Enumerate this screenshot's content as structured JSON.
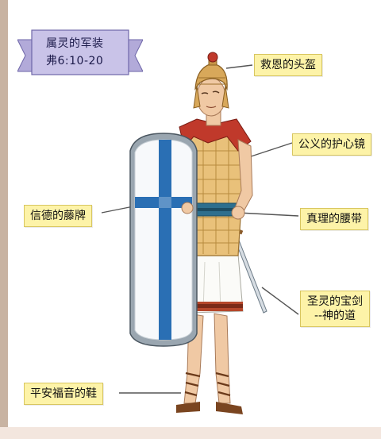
{
  "title_banner": {
    "line1": "属灵的军装",
    "line2": "弗6:10-20"
  },
  "labels": {
    "helmet": "救恩的头盔",
    "breastplate": "公义的护心镜",
    "shield": "信德的藤牌",
    "belt": "真理的腰带",
    "sword_line1": "圣灵的宝剑",
    "sword_line2": "--神的道",
    "shoes": "平安福音的鞋"
  },
  "colors": {
    "banner_fill": "#c9c3e8",
    "callout_fill": "#fdf3a8",
    "shield_blue": "#2a6fb4",
    "cape_red": "#c0392b",
    "armor_gold": "#e2b56a"
  }
}
